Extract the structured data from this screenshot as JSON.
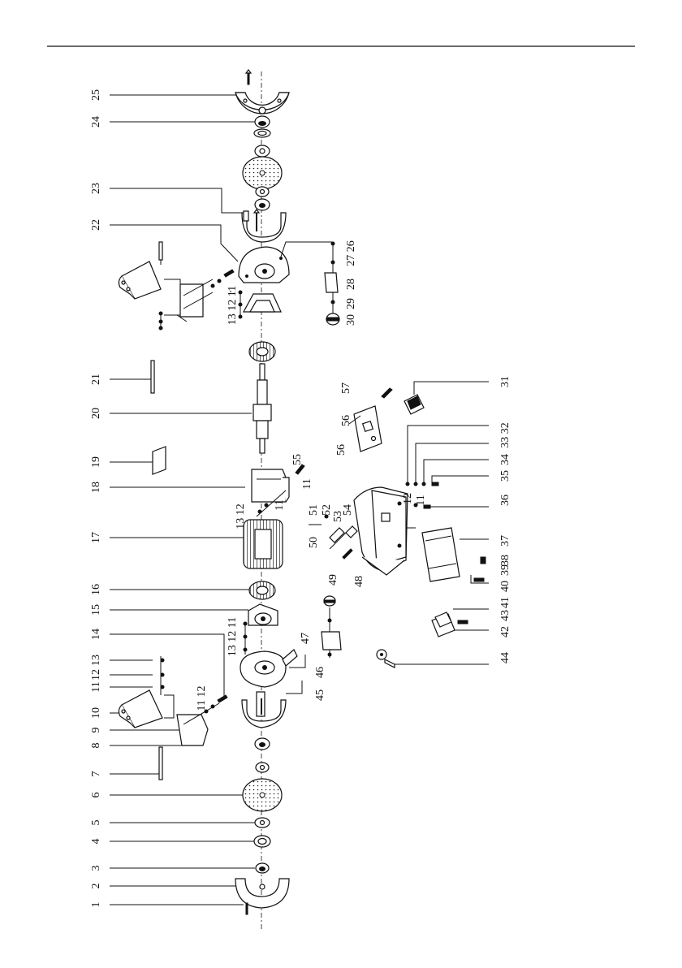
{
  "left_labels": [
    {
      "text": "25"
    },
    {
      "text": "24"
    },
    {
      "text": "23"
    },
    {
      "text": "22"
    },
    {
      "text": "21"
    },
    {
      "text": "20"
    },
    {
      "text": "19"
    },
    {
      "text": "18"
    },
    {
      "text": "17"
    },
    {
      "text": "16"
    },
    {
      "text": "15"
    },
    {
      "text": "14"
    },
    {
      "text": "13"
    },
    {
      "text": "12"
    },
    {
      "text": "11"
    },
    {
      "text": "10"
    },
    {
      "text": "9"
    },
    {
      "text": "8"
    },
    {
      "text": "7"
    },
    {
      "text": "6"
    },
    {
      "text": "5"
    },
    {
      "text": "4"
    },
    {
      "text": "3"
    },
    {
      "text": "2"
    },
    {
      "text": "1"
    }
  ],
  "inner_labels": [
    {
      "text": "13 12 11"
    },
    {
      "text": "13 12 11"
    },
    {
      "text": "11 12"
    },
    {
      "text": "13 12"
    },
    {
      "text": "11"
    },
    {
      "text": "55"
    },
    {
      "text": "11"
    },
    {
      "text": "50"
    },
    {
      "text": "51"
    },
    {
      "text": "52"
    },
    {
      "text": "53"
    },
    {
      "text": "54"
    },
    {
      "text": "49"
    },
    {
      "text": "48"
    },
    {
      "text": "47"
    },
    {
      "text": "46"
    },
    {
      "text": "45"
    },
    {
      "text": "57"
    },
    {
      "text": "56"
    },
    {
      "text": "56"
    },
    {
      "text": "12"
    },
    {
      "text": "11"
    }
  ],
  "right_labels": [
    {
      "text": "26"
    },
    {
      "text": "27"
    },
    {
      "text": "28"
    },
    {
      "text": "29"
    },
    {
      "text": "30"
    },
    {
      "text": "31"
    },
    {
      "text": "32"
    },
    {
      "text": "33"
    },
    {
      "text": "34"
    },
    {
      "text": "35"
    },
    {
      "text": "36"
    },
    {
      "text": "37"
    },
    {
      "text": "38"
    },
    {
      "text": "40"
    },
    {
      "text": "39"
    },
    {
      "text": "41"
    },
    {
      "text": "42"
    },
    {
      "text": "43"
    },
    {
      "text": "44"
    },
    {
      "text": "27 26"
    },
    {
      "text": "33 32"
    }
  ]
}
